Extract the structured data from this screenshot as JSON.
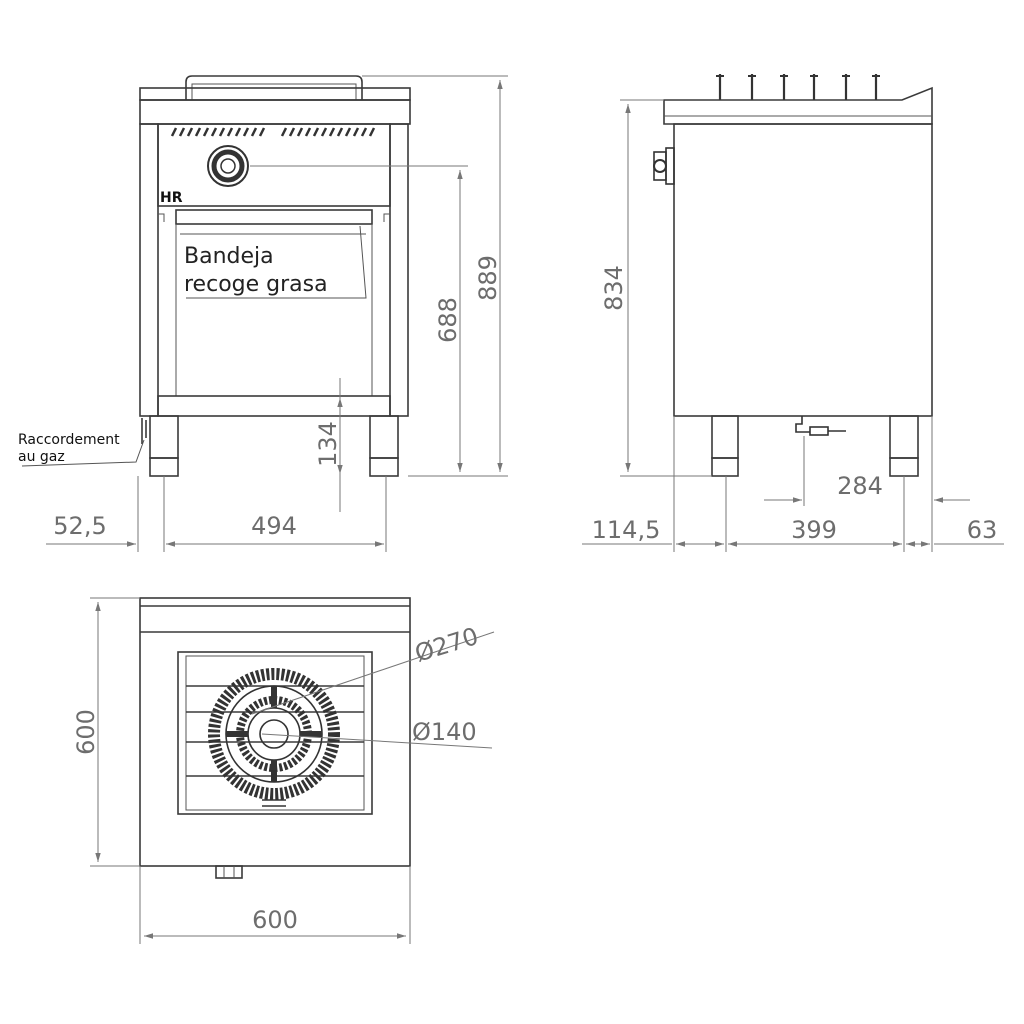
{
  "labels": {
    "tray_line1": "Bandeja",
    "tray_line2": "recoge grasa",
    "gas_line1": "Raccordement",
    "gas_line2": "au gaz",
    "brand": "HR"
  },
  "dimensions": {
    "front_height_total": "889",
    "front_height_body": "688",
    "front_leg_height": "134",
    "front_offset_left": "52,5",
    "front_width_legs": "494",
    "side_height": "834",
    "side_284": "284",
    "side_114": "114,5",
    "side_399": "399",
    "side_63": "63",
    "top_depth": "600",
    "top_width": "600",
    "top_outer_dia": "Ø270",
    "top_inner_dia": "Ø140"
  }
}
